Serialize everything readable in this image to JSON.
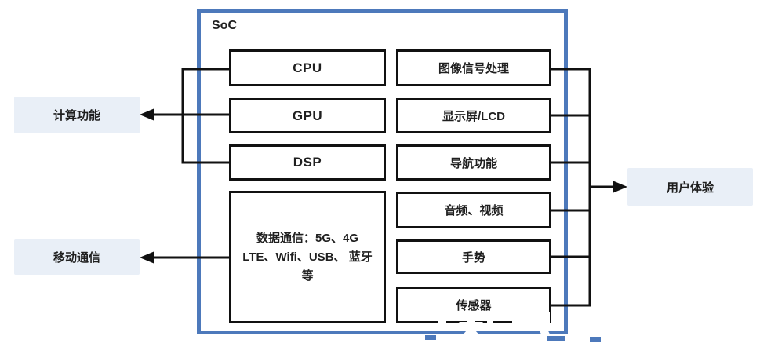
{
  "colors": {
    "soc_border": "#4d79bb",
    "box_border": "#111111",
    "line": "#111111",
    "label_bg": "#e9eff7",
    "text": "#1f1f1f"
  },
  "soc": {
    "title": "SoC"
  },
  "internal_left": [
    {
      "label": "CPU"
    },
    {
      "label": "GPU"
    },
    {
      "label": "DSP"
    },
    {
      "label": "数据通信：5G、4G LTE、Wifi、USB、 蓝牙等"
    }
  ],
  "internal_right": [
    {
      "label": "图像信号处理"
    },
    {
      "label": "显示屏/LCD"
    },
    {
      "label": "导航功能"
    },
    {
      "label": "音频、视频"
    },
    {
      "label": "手势"
    },
    {
      "label": "传感器"
    }
  ],
  "external": {
    "compute": {
      "label": "计算功能"
    },
    "mobile": {
      "label": "移动通信"
    },
    "ux": {
      "label": "用户体验"
    }
  }
}
